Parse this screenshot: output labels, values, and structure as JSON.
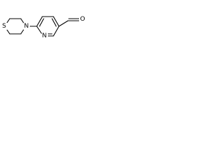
{
  "structure": {
    "atoms": {
      "thiomorpholine_sulfur": "S",
      "thiomorpholine_nitrogen": "N",
      "pyridine_nitrogen": "N",
      "aldehyde_oxygen": "O"
    },
    "colors": {
      "bond": "#000000",
      "label": "#000000",
      "background": "#ffffff"
    }
  }
}
